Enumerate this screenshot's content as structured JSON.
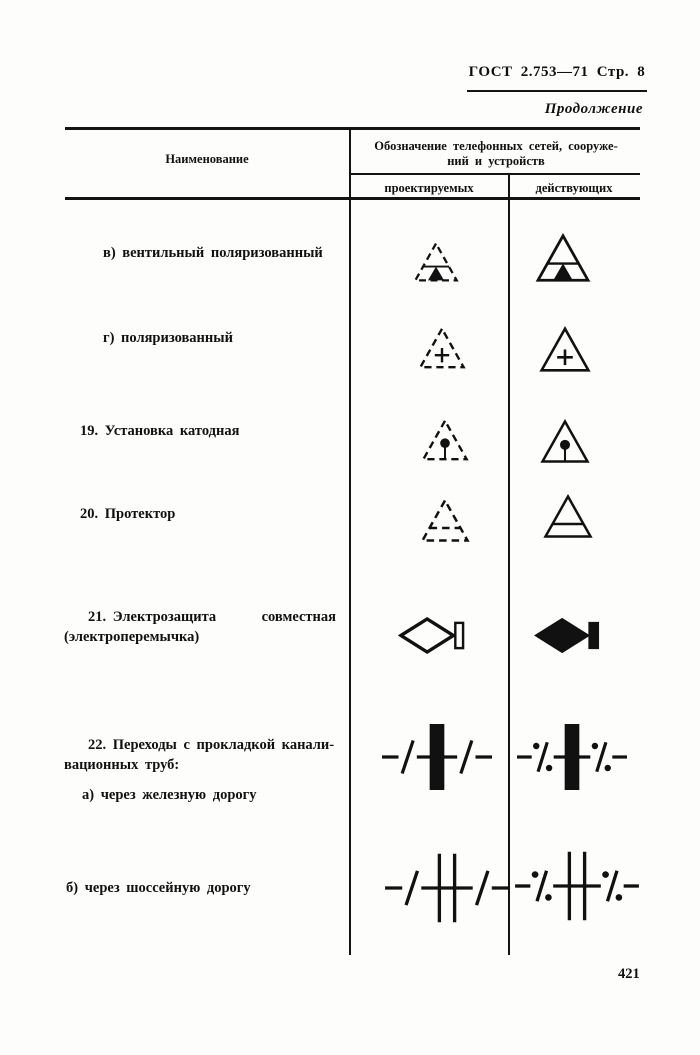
{
  "page": {
    "doc_ref": "ГОСТ 2.753—71 Стр. 8",
    "continuation_label": "Продолжение",
    "page_number": "421"
  },
  "table": {
    "name_header": "Наименование",
    "designation_header_line1": "Обозначение телефонных сетей, сооруже-",
    "designation_header_line2": "ний и устройств",
    "sub_projected": "проектируемых",
    "sub_existing": "действующих"
  },
  "rows": {
    "valve_polarized": {
      "label": "в) вентильный поляризованный",
      "symbol_projected": "dashed-triangle-with-filled-wedge",
      "symbol_existing": "solid-triangle-with-filled-wedge"
    },
    "polarized": {
      "label": "г) поляризованный",
      "symbol_projected": "dashed-triangle-with-plus",
      "symbol_existing": "solid-triangle-with-plus"
    },
    "cathodic": {
      "label": "19. Установка катодная",
      "symbol_projected": "dashed-triangle-with-pin",
      "symbol_existing": "solid-triangle-with-pin"
    },
    "protector": {
      "label": "20. Протектор",
      "symbol_projected": "dashed-triangle-with-chord",
      "symbol_existing": "solid-triangle-with-chord"
    },
    "joint_protection": {
      "label_part1": "21. Электрозащита",
      "label_part2": "совместная",
      "label_line2": "(электроперемычка)",
      "symbol_projected": "outline-diamond-with-bar",
      "symbol_existing": "filled-diamond-with-bar"
    },
    "duct_crossing": {
      "label_line1": "22. Переходы с прокладкой канали-",
      "label_line2": "вационных труб:",
      "sub_a_label": "а) через железную дорогу",
      "symbol_projected": "line-slashes-thick-bar",
      "symbol_existing": "line-dotted-slashes-thick-bar"
    },
    "highway_crossing": {
      "label": "б) через шоссейную дорогу",
      "symbol_projected": "line-slashes-double-vertical",
      "symbol_existing": "line-dotted-slashes-double-vertical"
    }
  }
}
